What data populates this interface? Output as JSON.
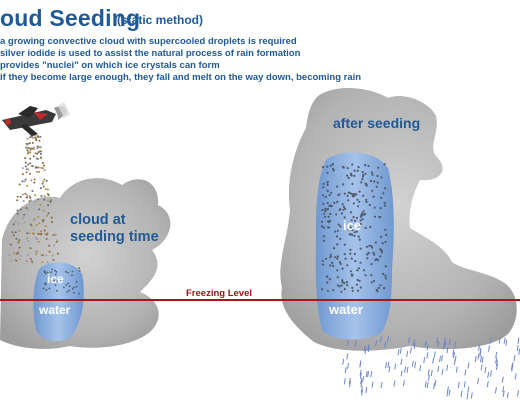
{
  "header": {
    "title": "oud Seeding",
    "subtitle": "(static method)"
  },
  "bullets": [
    "a growing convective cloud with supercooled droplets is required",
    "silver iodide is used to assist the natural process of rain formation",
    "provides \"nuclei\" on which ice crystals can form",
    "if they become large enough, they fall and melt on the way down, becoming rain"
  ],
  "diagram": {
    "left_cloud_label": [
      "cloud at",
      "seeding time"
    ],
    "right_cloud_label": "after seeding",
    "ice_label": "ice",
    "water_label": "water",
    "freezing_label": "Freezing Level"
  },
  "colors": {
    "text_blue": "#1f5a96",
    "cloud_grey": "#a9a9a9",
    "cloud_light": "#c4c4c4",
    "core_blue": "#88acdc",
    "freezing_line": "#a31919",
    "rain_blue": "#6a86c8",
    "seed_brown": "#8a6a3a"
  }
}
